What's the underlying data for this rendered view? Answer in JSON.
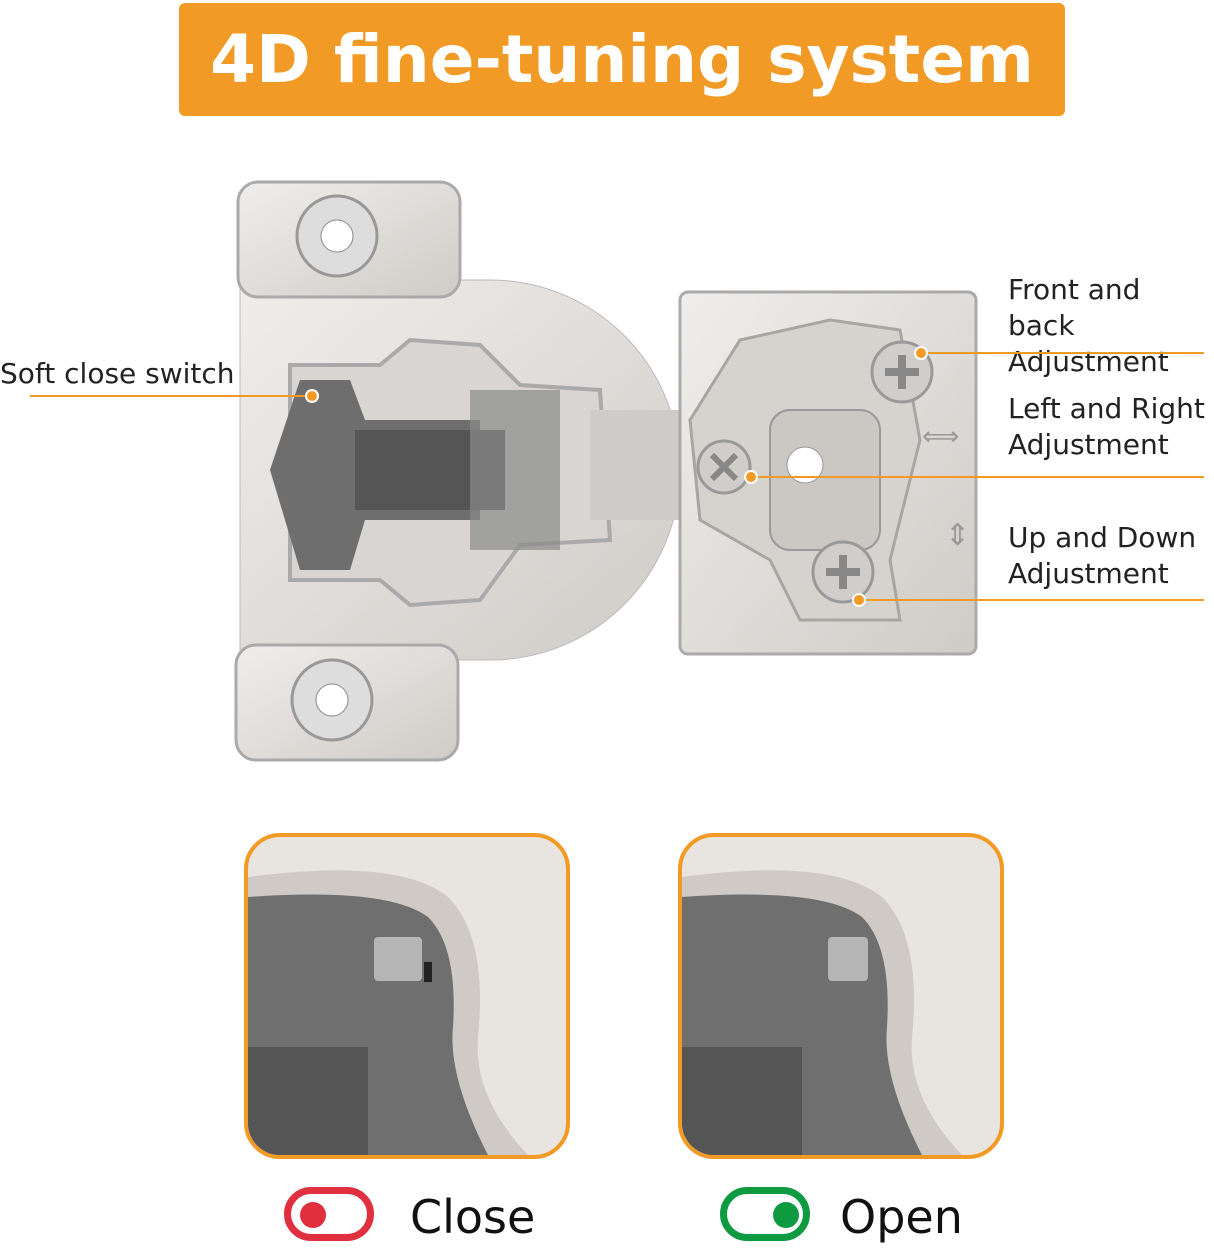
{
  "title": "4D fine-tuning system",
  "callouts": {
    "soft_close": "Soft close switch",
    "front_back": [
      "Front and back",
      "Adjustment"
    ],
    "left_right": [
      "Left and Right",
      "Adjustment"
    ],
    "up_down": [
      "Up and Down",
      "Adjustment"
    ]
  },
  "states": {
    "close": {
      "label": "Close",
      "color": "#e0303f"
    },
    "open": {
      "label": "Open",
      "color": "#0e9a40"
    }
  },
  "colors": {
    "accent": "#f29a26"
  }
}
